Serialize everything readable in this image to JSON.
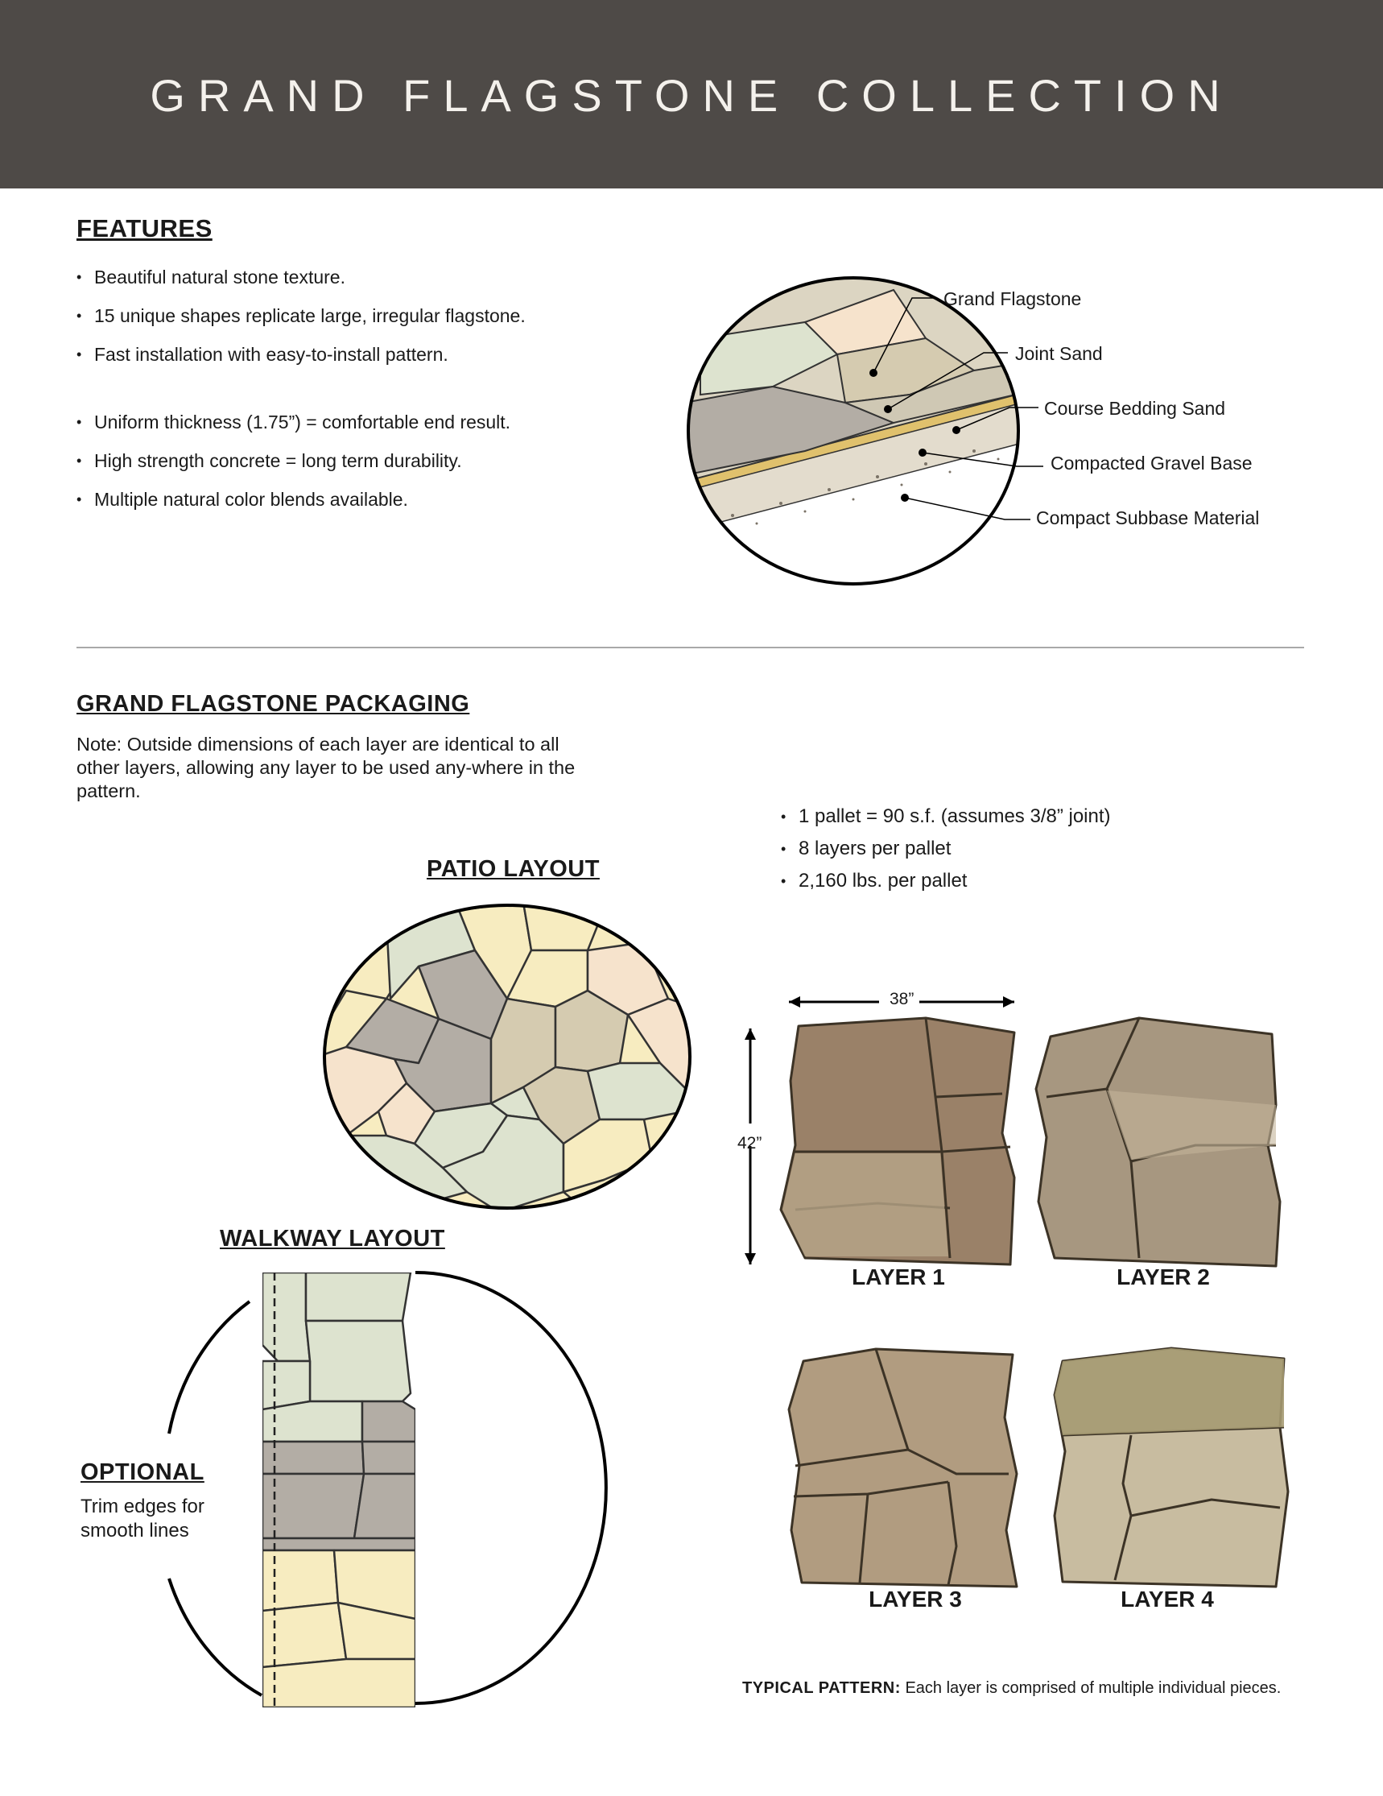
{
  "header": {
    "title": "GRAND FLAGSTONE COLLECTION"
  },
  "features": {
    "heading": "FEATURES",
    "items": [
      "Beautiful natural stone texture.",
      "15 unique shapes replicate large, irregular flagstone.",
      "Fast installation with easy-to-install pattern.",
      "Uniform thickness (1.75”) = comfortable end result.",
      "High strength concrete = long term durability.",
      "Multiple natural color  blends  available."
    ]
  },
  "cross_section": {
    "labels": [
      "Grand Flagstone",
      "Joint Sand",
      "Course Bedding Sand",
      "Compacted Gravel Base",
      "Compact Subbase Material"
    ]
  },
  "packaging": {
    "heading": "GRAND FLAGSTONE PACKAGING",
    "note": "Note: Outside dimensions of each layer are identical to all other layers, allowing any layer to be used any-where in the pattern.",
    "pallet_facts": [
      "1 pallet = 90 s.f. (assumes 3/8” joint)",
      "8 layers per pallet",
      "2,160  lbs. per pallet"
    ],
    "patio_heading": "PATIO LAYOUT",
    "walkway_heading": "WALKWAY LAYOUT",
    "optional_heading": "OPTIONAL",
    "optional_text": "Trim edges for smooth lines",
    "dimension_width": "38”",
    "dimension_height": "42”",
    "layers": [
      "LAYER 1",
      "LAYER 2",
      "LAYER 3",
      "LAYER 4"
    ],
    "footer_bold": "TYPICAL PATTERN:",
    "footer_text": " Each layer is comprised of multiple individual pieces."
  },
  "colors": {
    "banner": "#4e4a47",
    "stone_gray": "#b3ada5",
    "stone_sage": "#dde3cf",
    "stone_cream": "#f7ecc0",
    "stone_peach": "#f6e3cc",
    "stone_tan": "#d5cbb0",
    "bedding_sand": "#e0c16d"
  }
}
